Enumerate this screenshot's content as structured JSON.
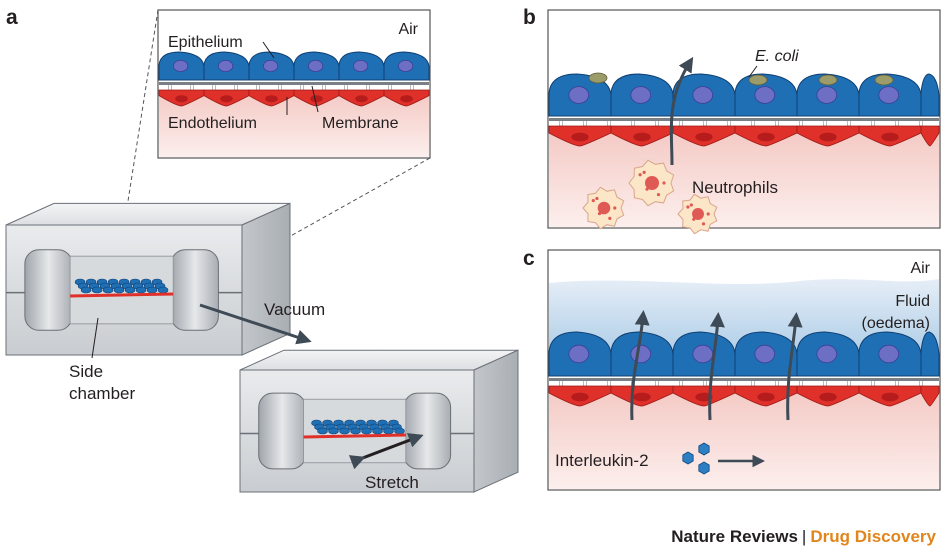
{
  "panels": {
    "a": {
      "letter": "a",
      "inset": {
        "air": "Air",
        "epithelium": "Epithelium",
        "endothelium": "Endothelium",
        "membrane": "Membrane"
      },
      "side_chamber_line1": "Side",
      "side_chamber_line2": "chamber",
      "vacuum": "Vacuum",
      "stretch": "Stretch"
    },
    "b": {
      "letter": "b",
      "ecoli": "E. coli",
      "neutrophils": "Neutrophils"
    },
    "c": {
      "letter": "c",
      "air": "Air",
      "fluid_line1": "Fluid",
      "fluid_line2": "(oedema)",
      "interleukin": "Interleukin-2"
    }
  },
  "footer": {
    "journal": "Nature Reviews",
    "separator": "|",
    "section": "Drug Discovery"
  },
  "colors": {
    "epithelium": "#1f6fb5",
    "nucleus": "#6d6fc4",
    "endothelium": "#e0302a",
    "tissue": "#f7dcd8",
    "fluid": "#b8d3e8",
    "accent": "#e0861c",
    "arrow": "#3e4a55"
  }
}
